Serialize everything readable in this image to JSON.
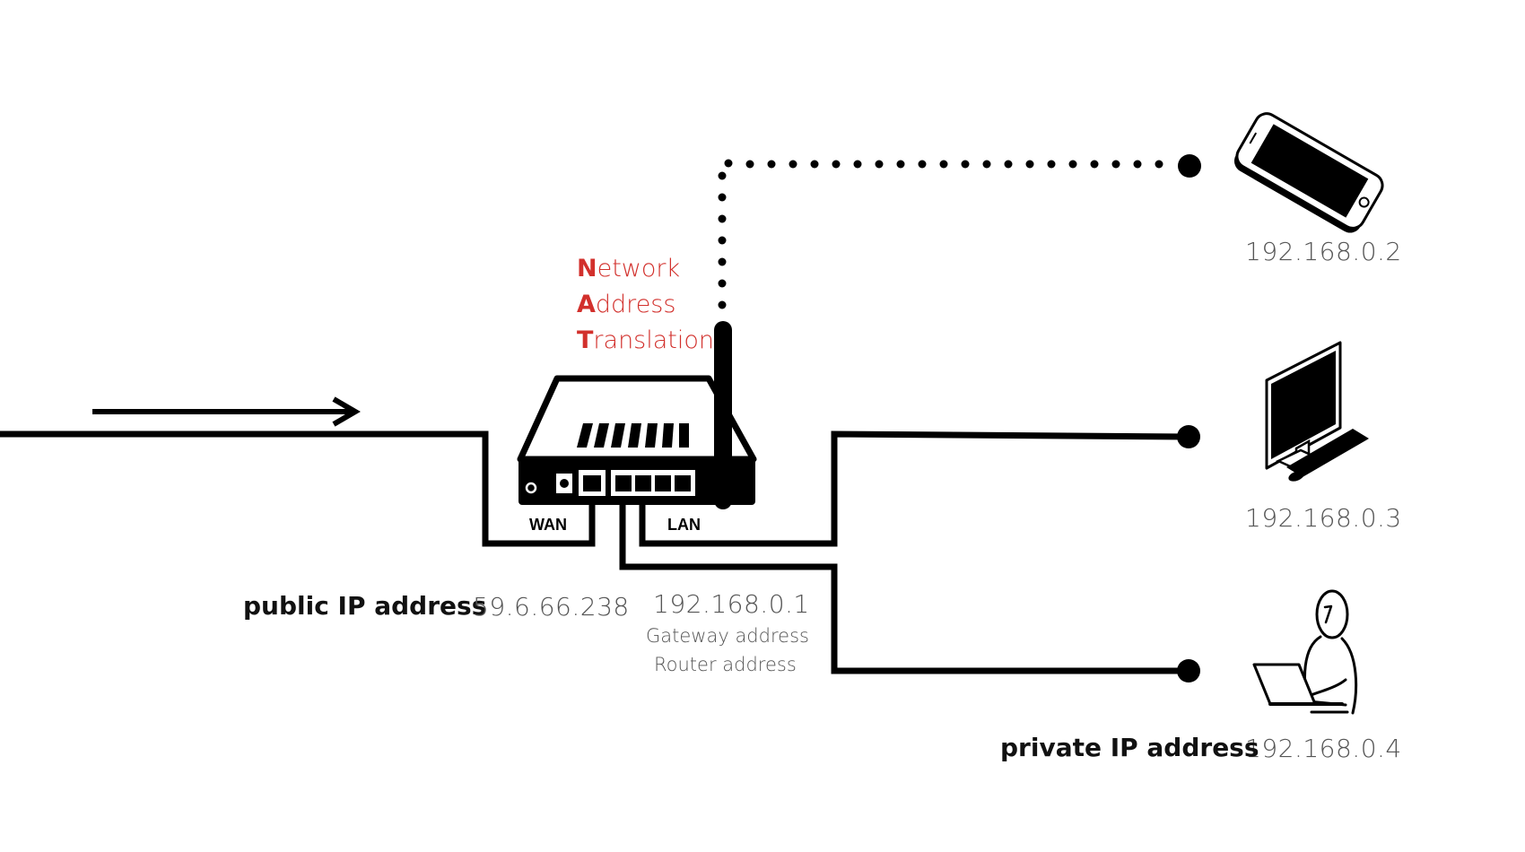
{
  "colors": {
    "ink": "#000000",
    "ip_text": "#555555",
    "nat_red": "#d2302c",
    "white": "#ffffff"
  },
  "nat": {
    "line1_initial": "N",
    "line1_rest": "etwork",
    "line2_initial": "A",
    "line2_rest": "ddress",
    "line3_initial": "T",
    "line3_rest": "ranslation"
  },
  "router": {
    "wan_label": "WAN",
    "lan_label": "LAN"
  },
  "labels": {
    "public_ip_caption": "public IP address",
    "public_ip": "59.6.66.238",
    "gateway_ip": "192.168.0.1",
    "gateway_caption": "Gateway address",
    "router_caption": "Router address",
    "private_ip_caption": "private IP address"
  },
  "devices": [
    {
      "name": "smartphone",
      "icon": "smartphone-icon",
      "ip": "192.168.0.2",
      "link": "wireless"
    },
    {
      "name": "desktop",
      "icon": "desktop-computer-icon",
      "ip": "192.168.0.3",
      "link": "wired"
    },
    {
      "name": "laptop-user",
      "icon": "person-laptop-icon",
      "ip": "192.168.0.4",
      "link": "wired"
    }
  ],
  "icons": {
    "arrow": "arrow-right-icon",
    "router": "router-icon"
  }
}
